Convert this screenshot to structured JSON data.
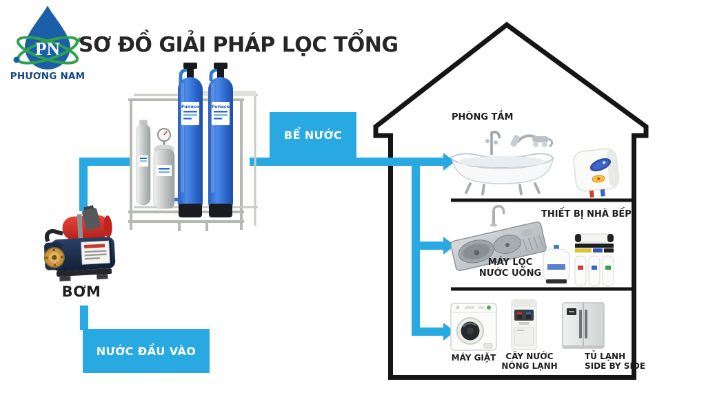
{
  "brand": {
    "initials": "PN",
    "name": "PHƯƠNG NAM"
  },
  "title": "SƠ ĐỒ GIẢI PHÁP LỌC TỔNG",
  "flow": {
    "input_label": "NƯỚC ĐẦU VÀO",
    "pump_label": "BƠM",
    "tank_label": "BỂ NƯỚC"
  },
  "house": {
    "bathroom_label": "PHÒNG TẮM",
    "kitchen_label": "THIẾT BỊ NHÀ BẾP",
    "drinking_filter": {
      "line1": "MÁY LỌC",
      "line2": "NƯỚC UỐNG"
    },
    "washer_label": "MÁY GIẶT",
    "dispenser": {
      "line1": "CÂY NƯỚC",
      "line2": "NÓNG LẠNH"
    },
    "fridge": {
      "line1": "TỦ LẠNH",
      "line2": "SIDE BY SIDE"
    }
  },
  "icons": {
    "logo": "pn-water-drop-logo",
    "filter_system": "dual-tank-water-filtration-system",
    "pump": "booster-pump",
    "bathtub": "clawfoot-bathtub-with-shower",
    "water_heater": "electric-water-heater",
    "sink": "stainless-kitchen-sink",
    "ro_filter": "ro-drinking-water-purifier",
    "washing_machine": "front-load-washing-machine",
    "water_dispenser": "hot-cold-water-dispenser",
    "refrigerator": "side-by-side-refrigerator",
    "house": "house-outline",
    "flow_arrow": "right-arrow"
  },
  "colors": {
    "pipe_blue": "#29A9E1",
    "outline_black": "#151515",
    "logo_blue": "#1B5FA8",
    "logo_green": "#2FA14E",
    "brand_text_blue": "#15487E",
    "tank_blue": "#2C6FD8",
    "pump_red": "#D7281F"
  }
}
